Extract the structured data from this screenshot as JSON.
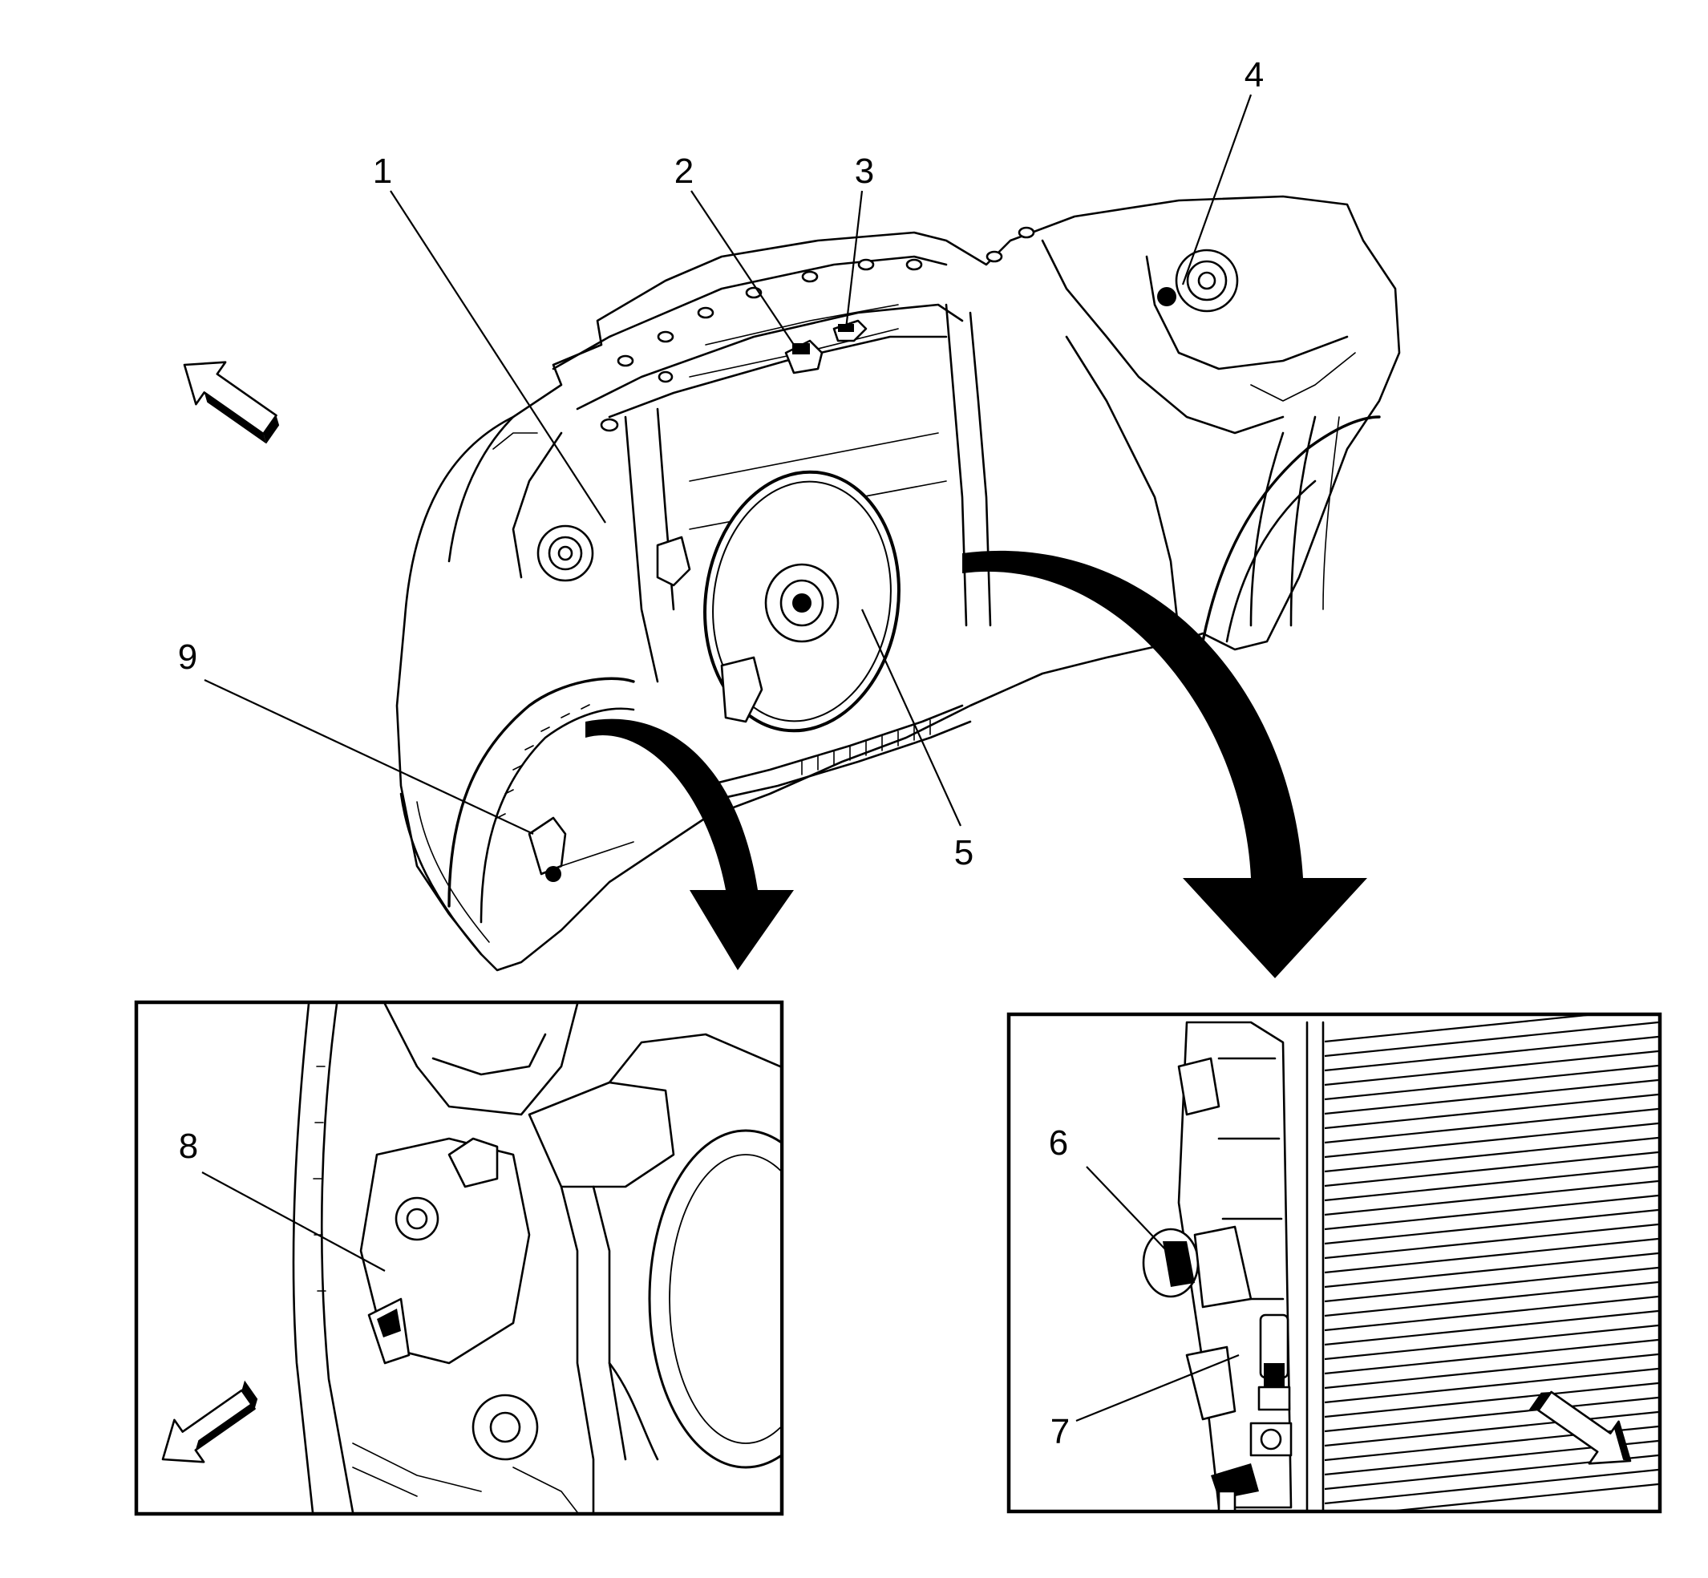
{
  "callouts": [
    {
      "id": "1",
      "label": "1"
    },
    {
      "id": "2",
      "label": "2"
    },
    {
      "id": "3",
      "label": "3"
    },
    {
      "id": "4",
      "label": "4"
    },
    {
      "id": "5",
      "label": "5"
    },
    {
      "id": "6",
      "label": "6"
    },
    {
      "id": "7",
      "label": "7"
    },
    {
      "id": "8",
      "label": "8"
    },
    {
      "id": "9",
      "label": "9"
    }
  ],
  "icons": {
    "main_direction": "front-direction-arrow-icon",
    "left_inset_direction": "front-direction-arrow-icon",
    "right_inset_direction": "front-direction-arrow-icon",
    "left_zoom": "zoom-arrow-icon",
    "right_zoom": "zoom-arrow-icon"
  },
  "colors": {
    "ink": "#000000",
    "paper": "#ffffff"
  }
}
